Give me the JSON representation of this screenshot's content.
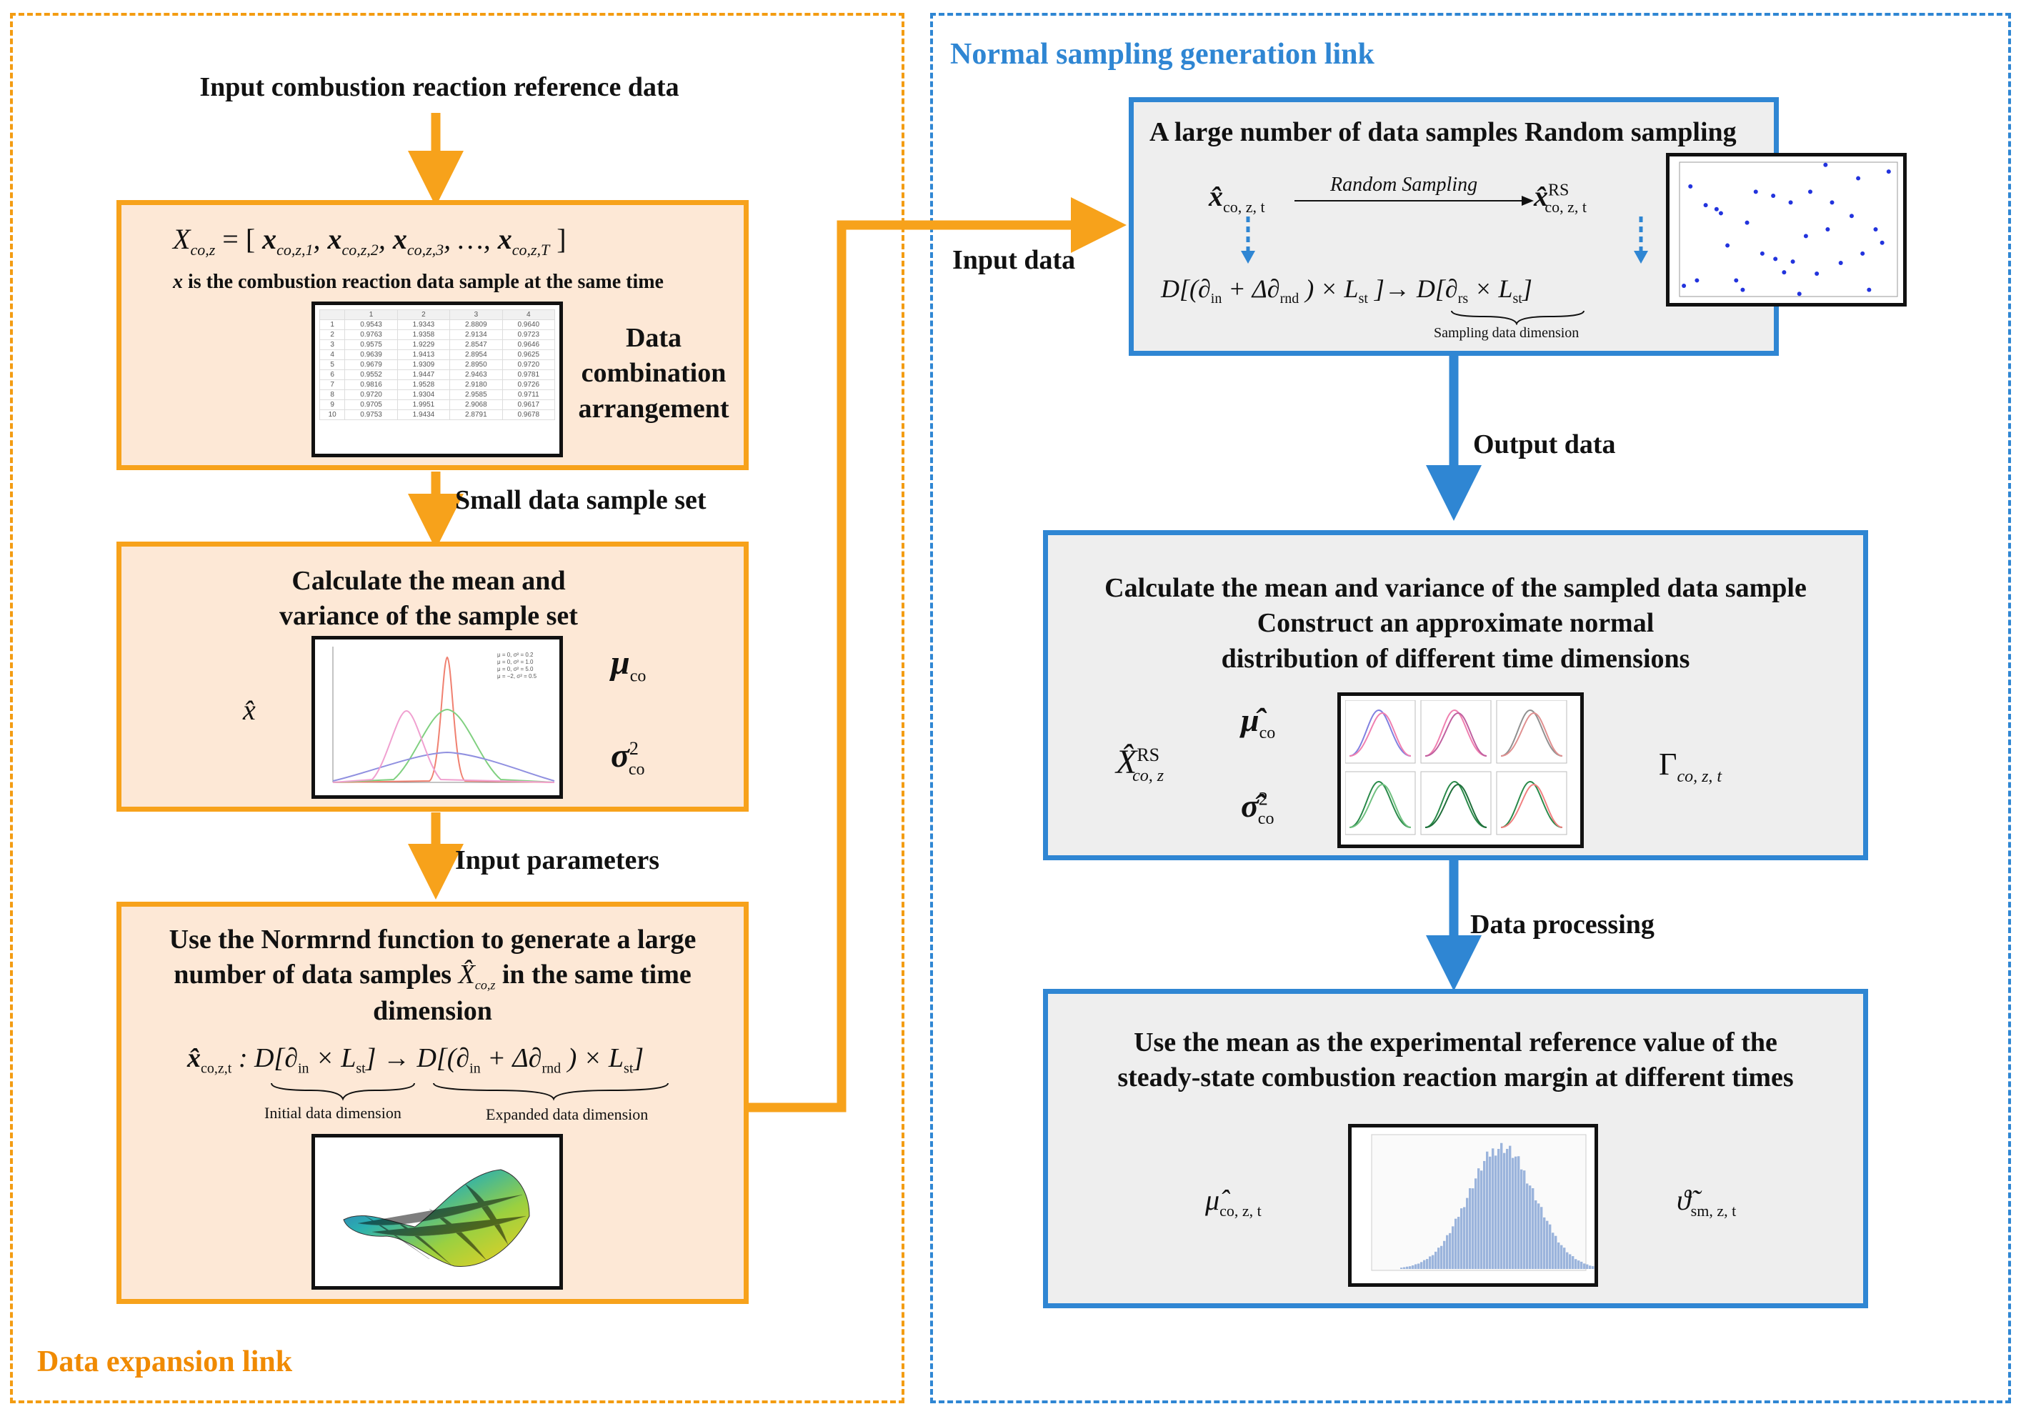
{
  "regions": {
    "left_title": "Data expansion link",
    "right_title": "Normal sampling generation link"
  },
  "left": {
    "input_label": "Input combustion reaction reference data",
    "box1": {
      "formula_lhs": "X",
      "formula_lhs_sub": "co,z",
      "formula_rhs": "= [ x",
      "formula_items": [
        "co,z,1",
        "co,z,2",
        "co,z,3",
        "co,z,T"
      ],
      "note_var": "x",
      "note_text": "is the combustion reaction data sample at the same time",
      "side_label": "Data combination arrangement",
      "table": {
        "headers": [
          "",
          "1",
          "2",
          "3",
          "4"
        ],
        "rows": [
          [
            "1",
            "0.9543",
            "1.9343",
            "2.8809",
            "0.9640"
          ],
          [
            "2",
            "0.9763",
            "1.9358",
            "2.9134",
            "0.9723"
          ],
          [
            "3",
            "0.9575",
            "1.9229",
            "2.8547",
            "0.9646"
          ],
          [
            "4",
            "0.9639",
            "1.9413",
            "2.8954",
            "0.9625"
          ],
          [
            "5",
            "0.9679",
            "1.9309",
            "2.8950",
            "0.9720"
          ],
          [
            "6",
            "0.9552",
            "1.9447",
            "2.9463",
            "0.9781"
          ],
          [
            "7",
            "0.9816",
            "1.9528",
            "2.9180",
            "0.9726"
          ],
          [
            "8",
            "0.9720",
            "1.9304",
            "2.9585",
            "0.9711"
          ],
          [
            "9",
            "0.9705",
            "1.9951",
            "2.9068",
            "0.9617"
          ],
          [
            "10",
            "0.9753",
            "1.9434",
            "2.8791",
            "0.9678"
          ]
        ]
      }
    },
    "arrow1_label": "Small data sample set",
    "box2": {
      "title": "Calculate the mean and variance of the sample set",
      "xhat": "x̂",
      "mu": "μ",
      "mu_sub": "co",
      "sigma": "σ",
      "sigma_sub": "co",
      "sigma_sup": "2",
      "legend": [
        "μ = 0, σ² = 0.2",
        "μ = 0, σ² = 1.0",
        "μ = 0, σ² = 5.0",
        "μ = −2, σ² = 0.5"
      ]
    },
    "arrow2_label": "Input parameters",
    "box3": {
      "title_line1": "Use the Normrnd function to generate a large",
      "title_line2a": "number of data samples",
      "title_sym": "X̂",
      "title_sym_sub": "co,z",
      "title_line2b": "in the same time",
      "title_line3": "dimension",
      "lhs": "x̂",
      "lhs_sub": "co,z,t",
      "expr_a": ": D[∂",
      "expr_a_sub": "in",
      "expr_a_rest": "× L",
      "expr_a_rest_sub": "st",
      "expr_b": "→ D[(∂",
      "expr_b_sub": "in",
      "expr_b_mid": "+ Δ∂",
      "expr_b_mid_sub": "rnd",
      "expr_b_rest": ") × L",
      "expr_b_rest_sub": "st",
      "brace_a": "Initial data dimension",
      "brace_b": "Expanded data dimension"
    }
  },
  "connector_label": "Input data",
  "right": {
    "box1": {
      "title": "A large number of data samples Random sampling",
      "lhs": "x̂",
      "lhs_sub": "co, z, t",
      "arrow_label": "Random Sampling",
      "rhs": "x̂",
      "rhs_sup": "RS",
      "rhs_sub": "co, z, t",
      "expr_a": "D[(∂",
      "expr_a_sub": "in",
      "expr_a_mid": "+ Δ∂",
      "expr_a_mid_sub": "rnd",
      "expr_a_rest": ") × L",
      "expr_a_rest_sub": "st",
      "expr_arrow": "]→",
      "expr_b": "D[∂",
      "expr_b_sub": "rs",
      "expr_b_rest": "× L",
      "expr_b_rest_sub": "st",
      "brace_b": "Sampling data dimension"
    },
    "arrow1_label": "Output data",
    "box2": {
      "title_line1": "Calculate the mean and variance of the sampled data sample",
      "title_line2": "Construct an approximate normal",
      "title_line3": "distribution of different time dimensions",
      "lhs": "X̂",
      "lhs_sup": "RS",
      "lhs_sub": "co, z",
      "mu": "μ̂",
      "mu_sub": "co",
      "sigma": "σ̂",
      "sigma_sub": "co",
      "sigma_sup": "2",
      "gamma": "Γ",
      "gamma_sub": "co, z, t"
    },
    "arrow2_label": "Data processing",
    "box3": {
      "title_line1": "Use the mean as the experimental reference value of the",
      "title_line2": "steady-state combustion reaction margin at different times",
      "lhs": "μ̂",
      "lhs_sub": "co, z, t",
      "rhs": "ϑ̃",
      "rhs_sub": "sm, z, t"
    }
  },
  "scatter_points": [
    [
      0.02,
      0.92
    ],
    [
      0.05,
      0.18
    ],
    [
      0.08,
      0.88
    ],
    [
      0.12,
      0.32
    ],
    [
      0.17,
      0.35
    ],
    [
      0.19,
      0.38
    ],
    [
      0.22,
      0.62
    ],
    [
      0.26,
      0.88
    ],
    [
      0.29,
      0.95
    ],
    [
      0.31,
      0.45
    ],
    [
      0.35,
      0.22
    ],
    [
      0.38,
      0.68
    ],
    [
      0.43,
      0.25
    ],
    [
      0.44,
      0.72
    ],
    [
      0.48,
      0.82
    ],
    [
      0.51,
      0.3
    ],
    [
      0.52,
      0.74
    ],
    [
      0.55,
      0.98
    ],
    [
      0.58,
      0.55
    ],
    [
      0.6,
      0.22
    ],
    [
      0.63,
      0.83
    ],
    [
      0.67,
      0.02
    ],
    [
      0.68,
      0.5
    ],
    [
      0.7,
      0.3
    ],
    [
      0.74,
      0.75
    ],
    [
      0.79,
      0.4
    ],
    [
      0.82,
      0.12
    ],
    [
      0.84,
      0.68
    ],
    [
      0.87,
      0.95
    ],
    [
      0.9,
      0.5
    ],
    [
      0.93,
      0.6
    ],
    [
      0.96,
      0.07
    ]
  ],
  "colors": {
    "orange": "#f7a21b",
    "blue": "#2f86d3"
  }
}
